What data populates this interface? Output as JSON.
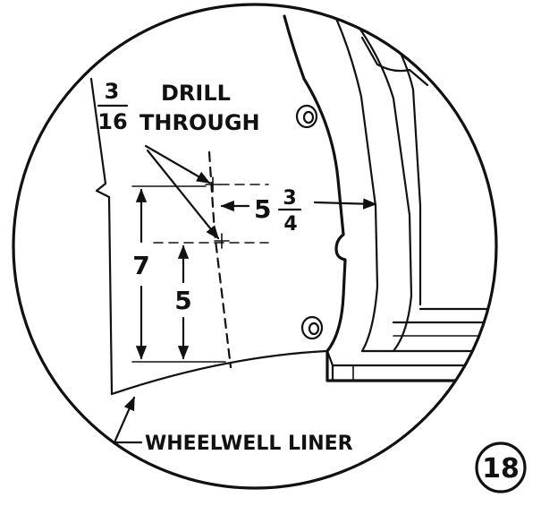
{
  "drill": {
    "fraction_numerator": "3",
    "fraction_denominator": "16",
    "line1": "DRILL",
    "line2": "THROUGH"
  },
  "dimensions": {
    "horizontal_whole": "5",
    "horizontal_numerator": "3",
    "horizontal_denominator": "4",
    "vertical_outer": "7",
    "vertical_inner": "5"
  },
  "callout": {
    "label": "WHEELWELL LINER"
  },
  "step": {
    "number": "18"
  }
}
